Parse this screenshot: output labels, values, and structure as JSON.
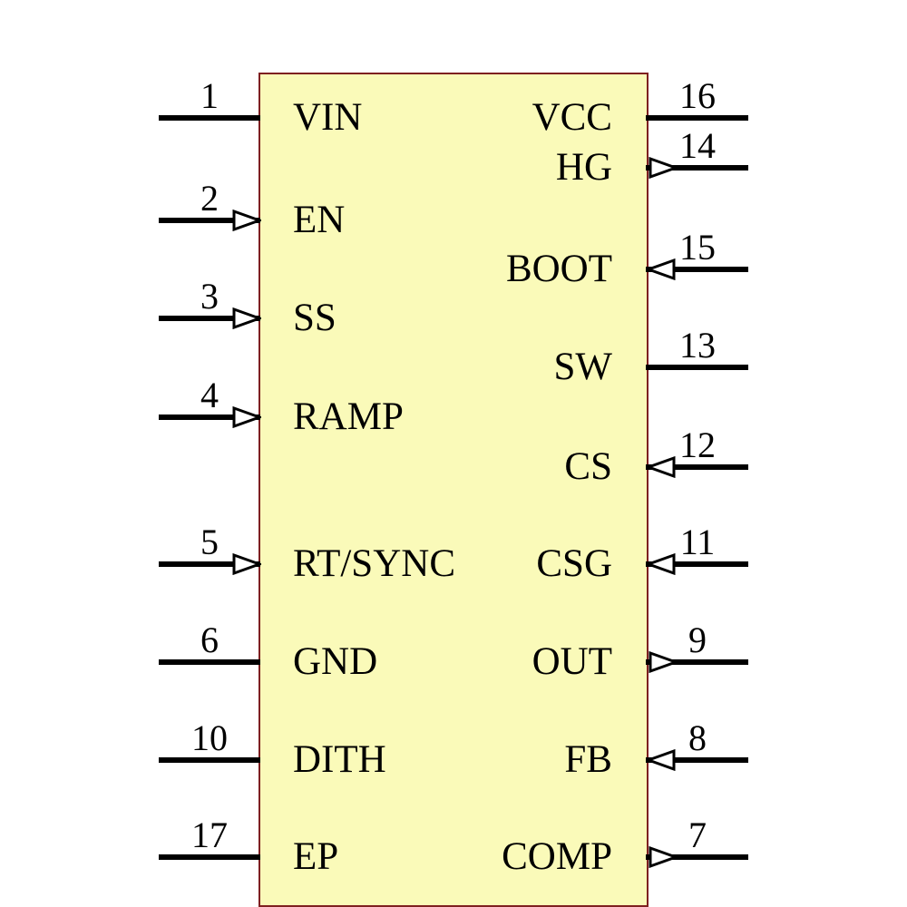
{
  "component": {
    "kind": "schematic-symbol",
    "colors": {
      "body_fill": "#FAFAB9",
      "body_border": "#7E2020",
      "pin_line": "#000000",
      "text": "#000000"
    }
  },
  "pins": {
    "left": [
      {
        "number": "1",
        "name": "VIN",
        "type": "plain"
      },
      {
        "number": "2",
        "name": "EN",
        "type": "input"
      },
      {
        "number": "3",
        "name": "SS",
        "type": "input"
      },
      {
        "number": "4",
        "name": "RAMP",
        "type": "input"
      },
      {
        "number": "5",
        "name": "RT/SYNC",
        "type": "input"
      },
      {
        "number": "6",
        "name": "GND",
        "type": "plain"
      },
      {
        "number": "10",
        "name": "DITH",
        "type": "plain"
      },
      {
        "number": "17",
        "name": "EP",
        "type": "plain"
      }
    ],
    "right": [
      {
        "number": "16",
        "name": "VCC",
        "type": "plain"
      },
      {
        "number": "14",
        "name": "HG",
        "type": "output"
      },
      {
        "number": "15",
        "name": "BOOT",
        "type": "input"
      },
      {
        "number": "13",
        "name": "SW",
        "type": "plain"
      },
      {
        "number": "12",
        "name": "CS",
        "type": "input"
      },
      {
        "number": "11",
        "name": "CSG",
        "type": "input"
      },
      {
        "number": "9",
        "name": "OUT",
        "type": "output"
      },
      {
        "number": "8",
        "name": "FB",
        "type": "input"
      },
      {
        "number": "7",
        "name": "COMP",
        "type": "output"
      }
    ]
  }
}
